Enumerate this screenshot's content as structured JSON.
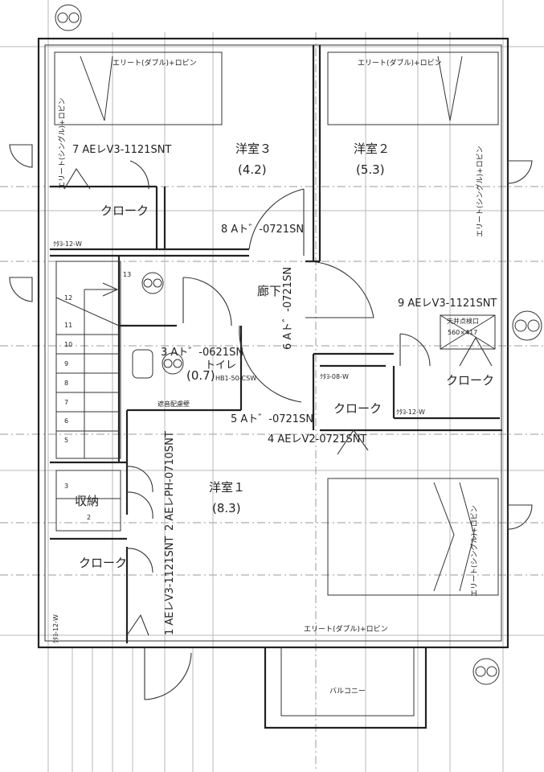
{
  "rooms": {
    "room3": {
      "name": "洋室３",
      "area": "(4.2)"
    },
    "room2": {
      "name": "洋室２",
      "area": "(5.3)"
    },
    "room1": {
      "name": "洋室１",
      "area": "(8.3)"
    },
    "corridor": "廊下",
    "toilet": {
      "name": "トイレ",
      "area": "(0.7)"
    },
    "storage": "収納",
    "balcony": "バルコニー",
    "closets": [
      "クローク",
      "クローク",
      "クローク",
      "クローク"
    ]
  },
  "windows": {
    "top_left": "エリート(ダブル)+ロビン",
    "top_right": "エリート(ダブル)+ロビン",
    "bottom": "エリート(ダブル)+ロビン",
    "left_vertical": "エリート(シングル)+ロビン",
    "right_upper_vertical": "エリート(シングル)+ロビン",
    "right_lower_vertical": "エリート(シングル)+ロビン"
  },
  "doors": {
    "d1": "1 AEレV3-1121SNT",
    "d2": "2 AEレPH-0710SNT",
    "d3": "3 Aト゛-0621SN",
    "d4": "4 AEレV2-0721SNT",
    "d5": "5 Aト゛-0721SN",
    "d6": "6 Aト゛-0721SN",
    "d7": "7 AEレV3-1121SNT",
    "d8": "8 Aト゛-0721SN",
    "d9": "9 AEレV3-1121SNT"
  },
  "shelves": {
    "s1": "ｸﾀﾖ-12-W",
    "s2": "ｸﾀﾖ-08-W",
    "s3": "ｸﾀﾖ-12-W",
    "s4": "ｸﾀﾖ-12-W"
  },
  "fixtures": {
    "toilet_model": "HB1-50-CSW",
    "sound_wall": "遮音配慮壁",
    "ceiling_hatch": "天井点検口",
    "ceiling_hatch_size": "560×417"
  },
  "stairs": {
    "steps": [
      "13",
      "12",
      "11",
      "10",
      "9",
      "8",
      "7",
      "6",
      "5",
      "3",
      "2"
    ]
  }
}
